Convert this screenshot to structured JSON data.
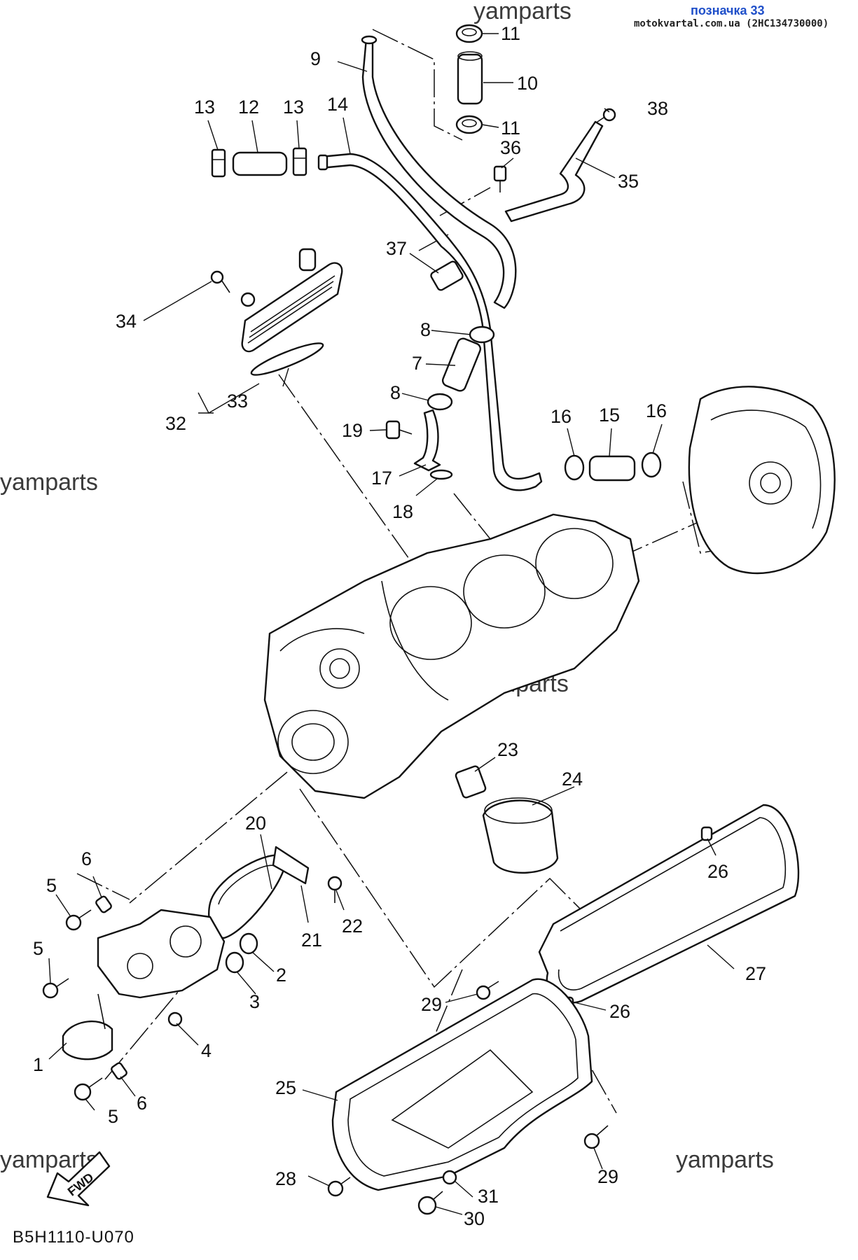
{
  "header": {
    "tag_label": "позначка 33",
    "source": "motokvartal.com.ua (2HC134730000)"
  },
  "watermarks": [
    "yamparts",
    "yamparts",
    "yamparts",
    "yamparts",
    "yamparts",
    "yamparts"
  ],
  "diagram_code": "B5H1110-U070",
  "fwd_label": "FWD",
  "callouts": [
    "1",
    "2",
    "3",
    "4",
    "5",
    "5",
    "5",
    "6",
    "6",
    "7",
    "8",
    "8",
    "9",
    "10",
    "11",
    "11",
    "12",
    "13",
    "13",
    "14",
    "15",
    "16",
    "16",
    "17",
    "18",
    "19",
    "20",
    "21",
    "22",
    "23",
    "24",
    "25",
    "26",
    "26",
    "27",
    "28",
    "29",
    "29",
    "30",
    "31",
    "32",
    "33",
    "34",
    "35",
    "36",
    "37",
    "38"
  ]
}
